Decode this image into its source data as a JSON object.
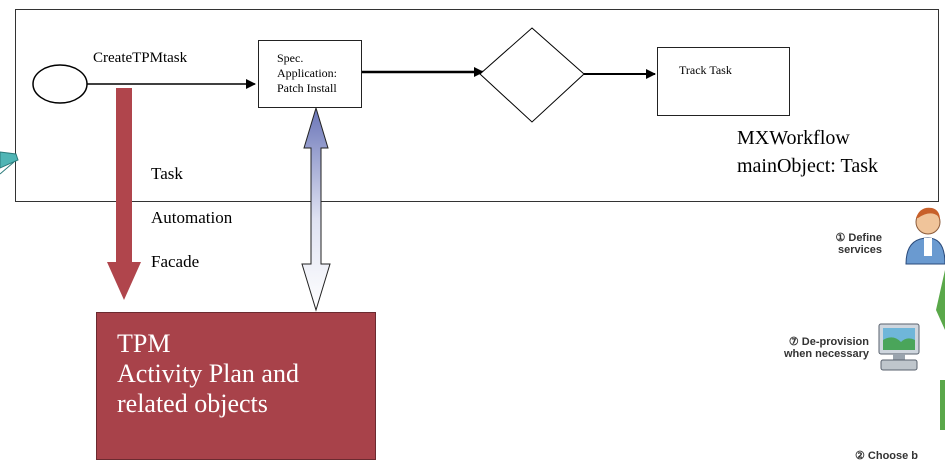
{
  "workflow": {
    "start_label": "CreateTPMtask",
    "spec_box": [
      "Spec.",
      "Application:",
      "Patch Install"
    ],
    "track_task": "Track Task",
    "workflow_name": "MXWorkflow",
    "main_object": "mainObject: Task"
  },
  "facade": {
    "line1": "Task",
    "line2": "Automation",
    "line3": "Facade"
  },
  "tpm": {
    "line1": "TPM",
    "line2": "Activity Plan and",
    "line3": "related objects"
  },
  "right_panel": {
    "define_line1": "① Define",
    "define_line2": "services",
    "deprov_line1": "⑦ De-provision",
    "deprov_line2": "when necessary",
    "bottom_partial": "② Choose b"
  },
  "colors": {
    "tpm_fill": "#a8424a",
    "down_arrow": "#b0454c",
    "double_arrow_top": "#6a75b8",
    "teal_arrow": "#4fb5b5"
  }
}
